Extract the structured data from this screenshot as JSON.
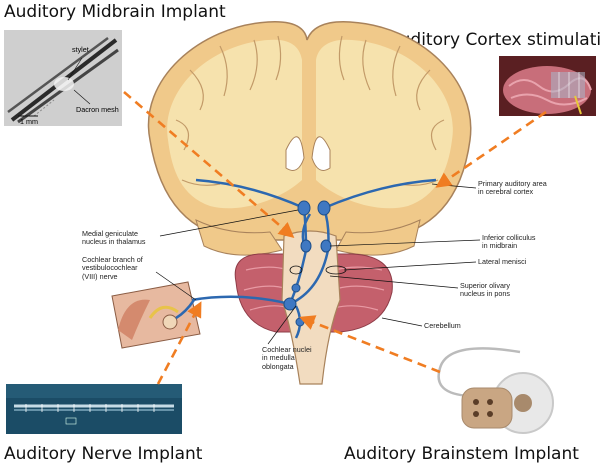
{
  "titles": {
    "midbrain": "Auditory Midbrain Implant",
    "cortex": "Auditory Cortex stimulation",
    "nerve": "Auditory Nerve Implant",
    "brainstem": "Auditory Brainstem Implant"
  },
  "midbrain_photo": {
    "stylet": "stylet",
    "dacron": "Dacron mesh",
    "scale": "1 mm"
  },
  "labels": {
    "primary_auditory": "Primary auditory area\nin cerebral cortex",
    "medial_geniculate": "Medial geniculate\nnucleus in thalamus",
    "inferior_colliculus": "Inferior colliculus\nin midbrain",
    "lateral_menisci": "Lateral menisci",
    "cochlear_branch": "Cochlear branch of\nvestibulocochlear\n(VIII) nerve",
    "superior_olivary": "Superior olivary\nnucleus in pons",
    "cerebellum": "Cerebellum",
    "cochlear_nuclei": "Cochlear nuclei\nin medulla\noblongata"
  },
  "colors": {
    "arrow": "#f07d22",
    "pathway": "#2c68b0",
    "white_matter": "#f6e2ad",
    "gray_matter": "#f0c98a",
    "cerebellum": "#c4606c"
  }
}
